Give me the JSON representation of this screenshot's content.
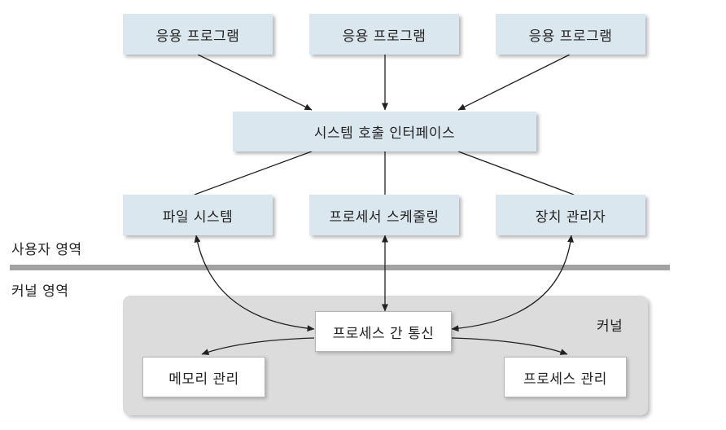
{
  "applications": [
    "응용 프로그램",
    "응용 프로그램",
    "응용 프로그램"
  ],
  "syscall_interface": "시스템 호출 인터페이스",
  "subsystems": [
    "파일 시스템",
    "프로세서 스케줄링",
    "장치 관리자"
  ],
  "regions": {
    "user": "사용자 영역",
    "kernel": "커널 영역"
  },
  "kernel": {
    "label": "커널",
    "ipc": "프로세스 간 통신",
    "memory": "메모리 관리",
    "process": "프로세스 관리"
  },
  "colors": {
    "blue_box": "#dbe7ef",
    "kernel_area": "#dcdcdc",
    "divider": "#a2a2a2"
  }
}
